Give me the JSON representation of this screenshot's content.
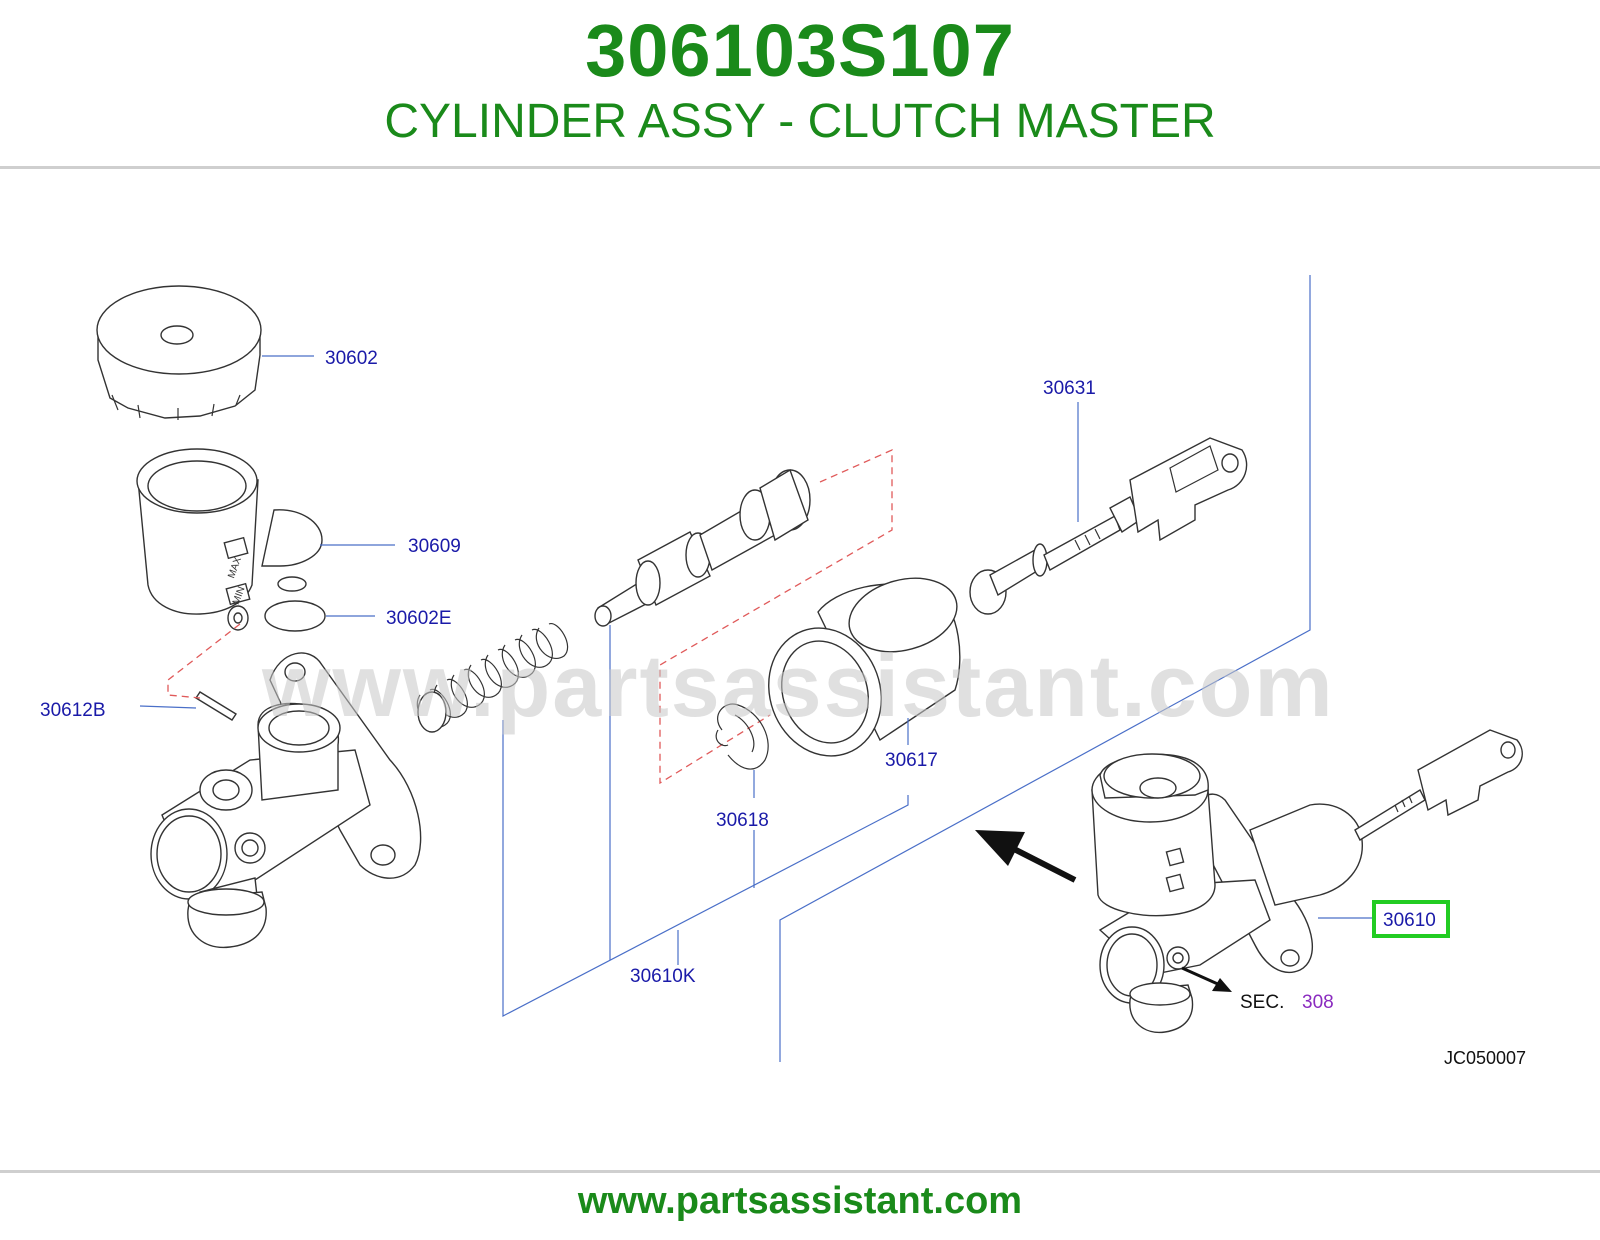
{
  "header": {
    "part_number": "306103S107",
    "title": "CYLINDER ASSY - CLUTCH MASTER"
  },
  "diagram": {
    "watermark": "www.partsassistant.com",
    "figure_code": "JC050007",
    "section_ref": {
      "label": "SEC.",
      "number": "308"
    },
    "callouts": {
      "c30602": "30602",
      "c30609": "30609",
      "c30602E": "30602E",
      "c30612B": "30612B",
      "c30631": "30631",
      "c30617": "30617",
      "c30618": "30618",
      "c30610K": "30610K",
      "c30610": "30610"
    },
    "selected_callout": "30610",
    "highlight_color": "#22cc22",
    "callout_color": "#1a1aa8"
  },
  "footer": {
    "url": "www.partsassistant.com"
  },
  "colors": {
    "brand_green": "#1a8a1a",
    "section_purple": "#8a2bbf"
  }
}
